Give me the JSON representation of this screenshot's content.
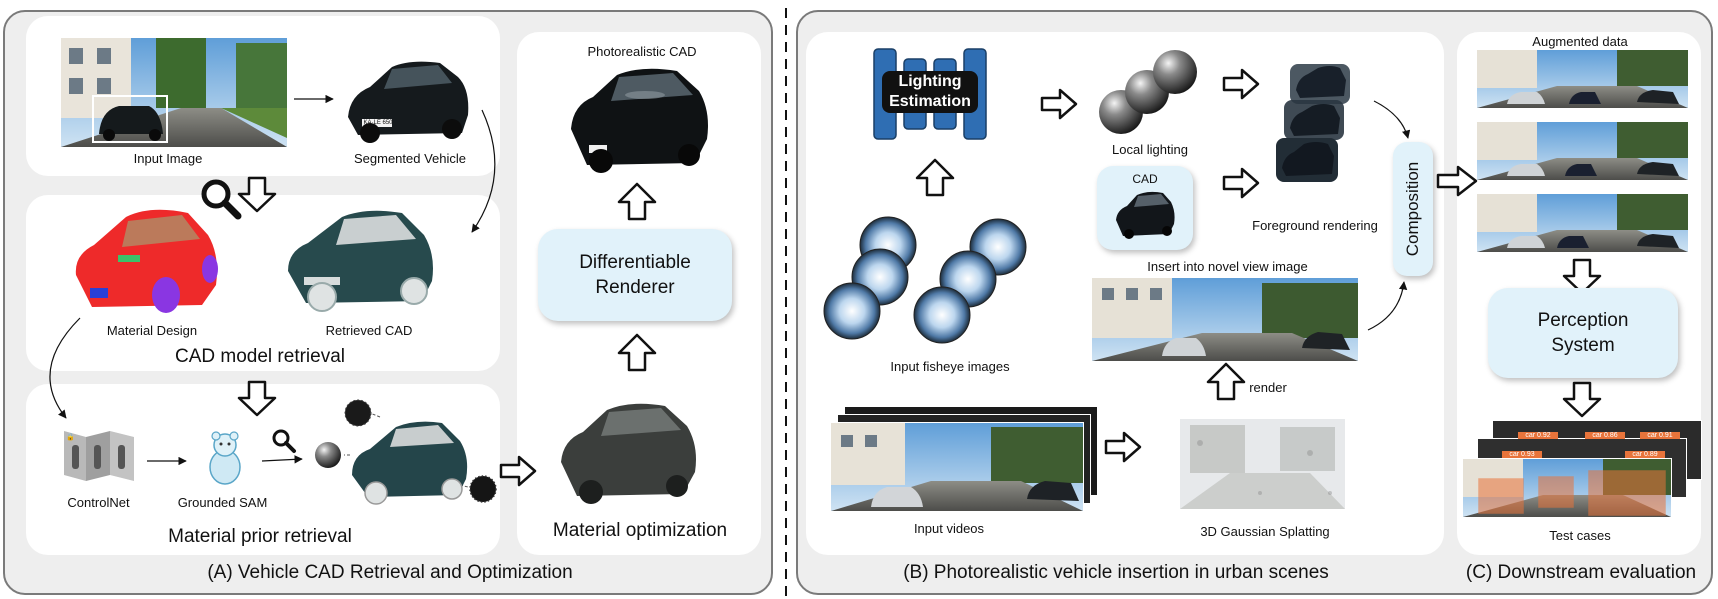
{
  "panel_a": {
    "caption": "(A) Vehicle CAD Retrieval and Optimization",
    "input_image": "Input Image",
    "segmented_vehicle": "Segmented Vehicle",
    "material_design": "Material Design",
    "retrieved_cad": "Retrieved CAD",
    "cad_retrieval_title": "CAD model retrieval",
    "controlnet": "ControlNet",
    "grounded_sam": "Grounded SAM",
    "material_prior_title": "Material prior retrieval",
    "photorealistic_cad": "Photorealistic CAD",
    "renderer_line1": "Differentiable",
    "renderer_line2": "Renderer",
    "material_optimization": "Material optimization",
    "plate_text": "KA·LE 650"
  },
  "panel_b": {
    "caption": "(B) Photorealistic vehicle insertion in urban scenes",
    "lighting_line1": "Lighting",
    "lighting_line2": "Estimation",
    "local_lighting": "Local lighting",
    "cad_label": "CAD",
    "foreground_rendering": "Foreground rendering",
    "composition": "Composition",
    "insert_novel_view": "Insert into novel view image",
    "input_fisheye": "Input fisheye images",
    "render": "render",
    "input_videos": "Input videos",
    "gaussian_splatting": "3D Gaussian Splatting"
  },
  "panel_c": {
    "caption": "(C) Downstream evaluation",
    "augmented_data": "Augmented data",
    "perception_line1": "Perception",
    "perception_line2": "System",
    "test_cases": "Test cases",
    "detection_labels": [
      "car 0.92",
      "car 0.86",
      "car 0.91",
      "car 0.93",
      "car 0.89"
    ]
  },
  "colors": {
    "panel_bg": "#eeeeee",
    "card_bg": "#ffffff",
    "box_bg": "#e1f2fa",
    "lighting_blue": "#2f6eb3",
    "detection_orange": "#e8743b",
    "car_red": "#ef2a2a",
    "car_teal": "#24454a"
  }
}
